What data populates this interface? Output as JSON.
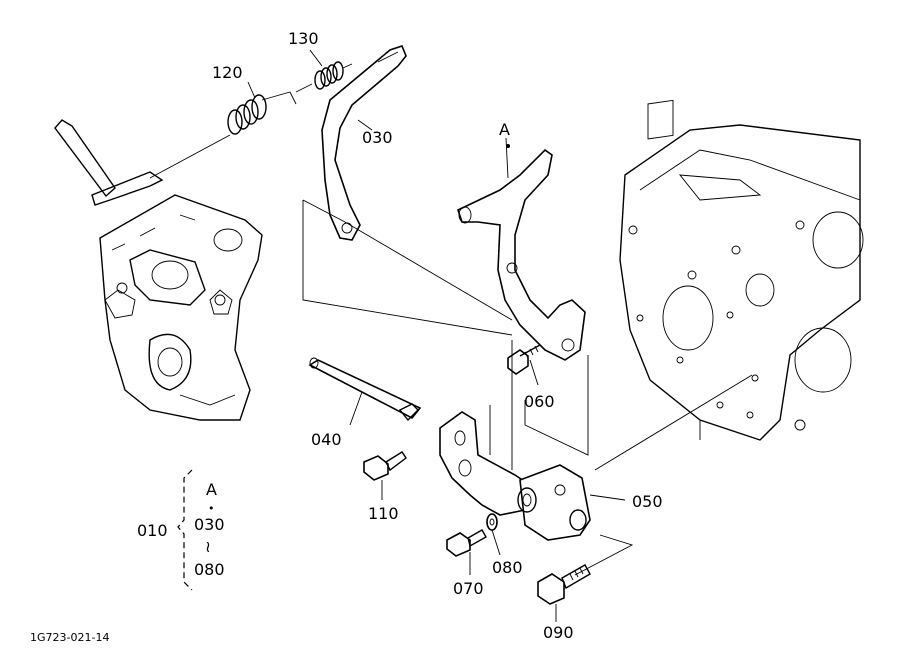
{
  "callouts": {
    "p010": "010",
    "p030": "030",
    "p040": "040",
    "p050": "050",
    "p060": "060",
    "p070": "070",
    "p080": "080",
    "p090": "090",
    "p110": "110",
    "p120": "120",
    "p130": "130",
    "ref_a": "A"
  },
  "legend": {
    "ref": "A",
    "dot": "•",
    "from": "030",
    "range": "≀",
    "to": "080"
  },
  "footer": {
    "drawing_code": "1G723-021-14"
  }
}
